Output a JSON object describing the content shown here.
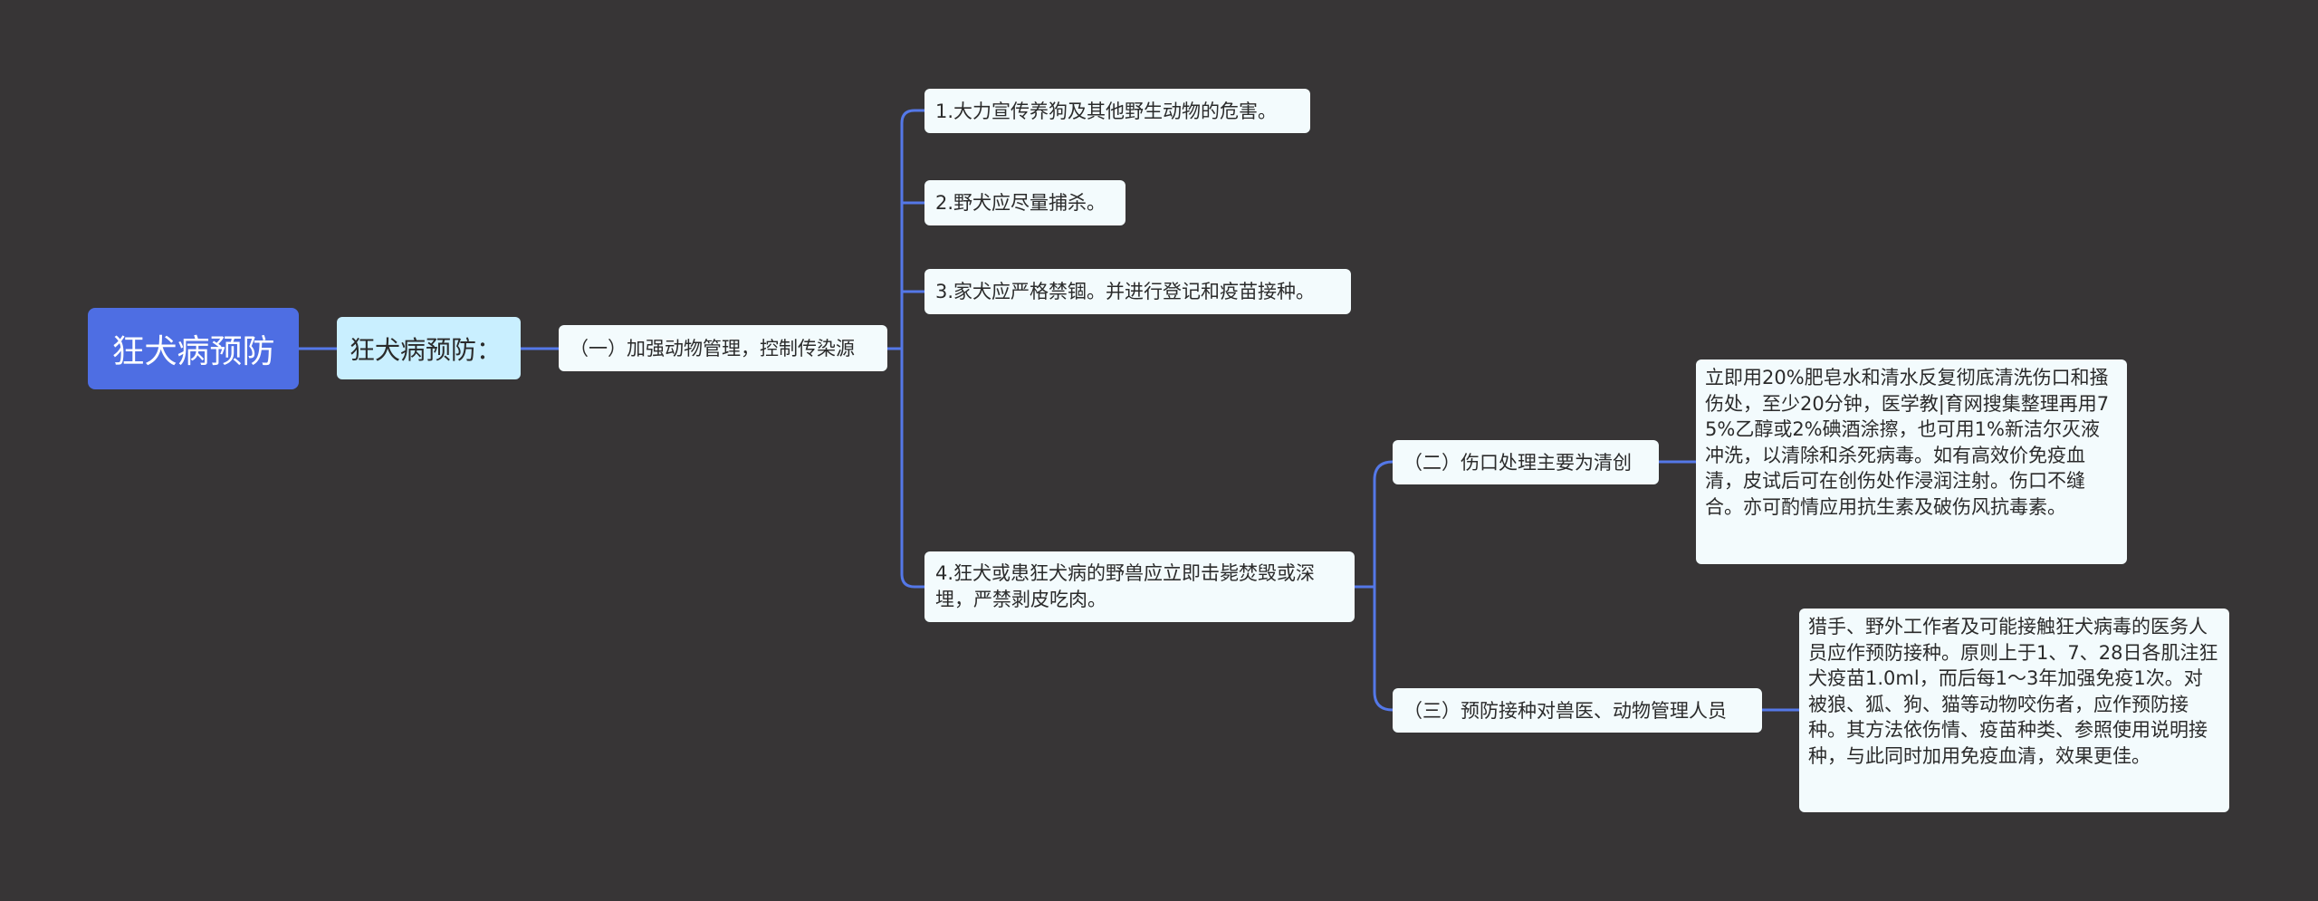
{
  "mindmap": {
    "root": "狂犬病预防",
    "level1": "狂犬病预防：",
    "branch_one": {
      "label": "（一）加强动物管理，控制传染源",
      "items": [
        "1.大力宣传养狗及其他野生动物的危害。",
        "2.野犬应尽量捕杀。",
        "3.家犬应严格禁锢。并进行登记和疫苗接种。",
        "4.狂犬或患狂犬病的野兽应立即击毙焚毁或深埋，严禁剥皮吃肉。"
      ]
    },
    "branch_two": {
      "label": "（二）伤口处理主要为清创",
      "detail": "立即用20%肥皂水和清水反复彻底清洗伤口和搔伤处，至少20分钟，医学教|育网搜集整理再用75%乙醇或2%碘酒涂擦，也可用1%新洁尔灭液冲洗，以清除和杀死病毒。如有高效价免疫血清，皮试后可在创伤处作浸润注射。伤口不缝合。亦可酌情应用抗生素及破伤风抗毒素。"
    },
    "branch_three": {
      "label": "（三）预防接种对兽医、动物管理人员",
      "detail": "猎手、野外工作者及可能接触狂犬病毒的医务人员应作预防接种。原则上于1、7、28日各肌注狂犬疫苗1.0ml，而后每1～3年加强免疫1次。对被狼、狐、狗、猫等动物咬伤者，应作预防接种。其方法依伤情、疫苗种类、参照使用说明接种，与此同时加用免疫血清，效果更佳。"
    }
  },
  "colors": {
    "background": "#373536",
    "connector": "#5478e8",
    "root_fill": "#4e6ee3",
    "level1_fill": "#c9efff",
    "leaf_fill": "#f3fbfd"
  }
}
